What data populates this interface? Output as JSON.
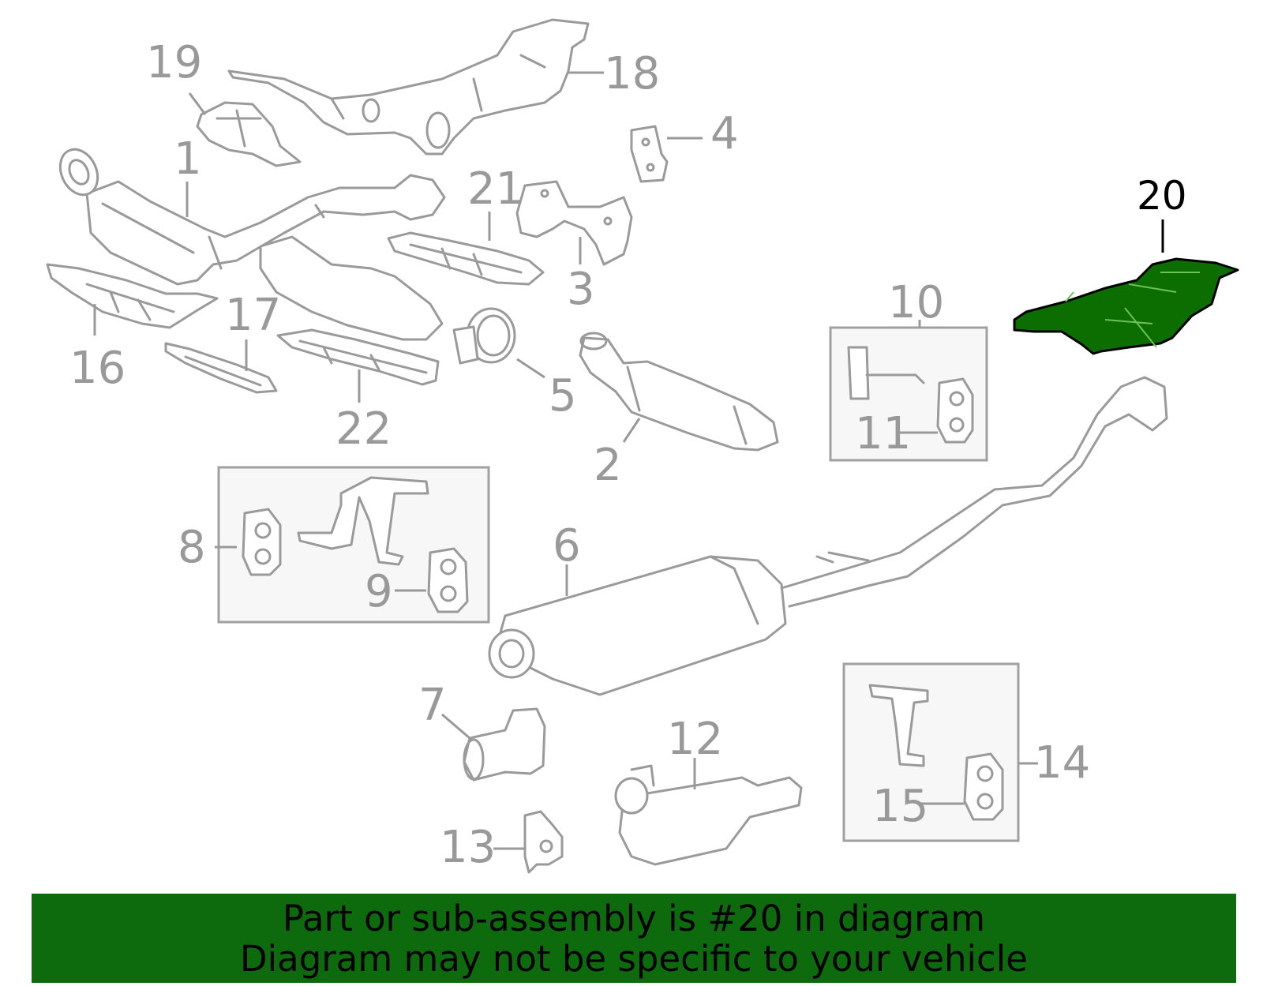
{
  "diagram": {
    "highlighted_part": "20",
    "highlight_color": "#0d6e00",
    "line_color": "#9a9a9a",
    "callouts": [
      "1",
      "2",
      "3",
      "4",
      "5",
      "6",
      "7",
      "8",
      "9",
      "10",
      "11",
      "12",
      "13",
      "14",
      "15",
      "16",
      "17",
      "18",
      "19",
      "20",
      "21",
      "22"
    ]
  },
  "banner": {
    "line1": "Part or sub-assembly is #20 in diagram",
    "line2": "Diagram may not be specific to your vehicle",
    "background": "#0d6b0d"
  }
}
